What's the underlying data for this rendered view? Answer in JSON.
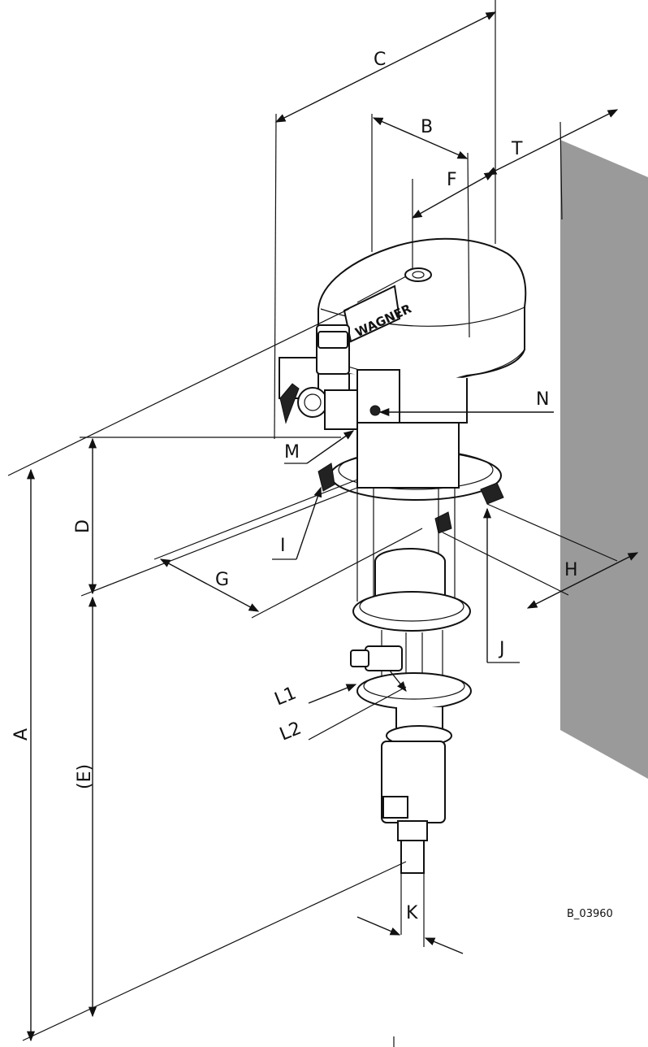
{
  "drawing": {
    "reference": "B_03960",
    "brand_text": "WAGNER",
    "labels": {
      "A": "A",
      "B": "B",
      "C": "C",
      "D": "D",
      "E": "(E)",
      "F": "F",
      "G": "G",
      "H": "H",
      "I": "I",
      "J": "J",
      "K": "K",
      "L1": "L1",
      "L2": "L2",
      "M": "M",
      "N": "N",
      "T": "T"
    }
  },
  "colors": {
    "wall": "#9a9a9a",
    "line": "#111111",
    "background": "#ffffff"
  }
}
